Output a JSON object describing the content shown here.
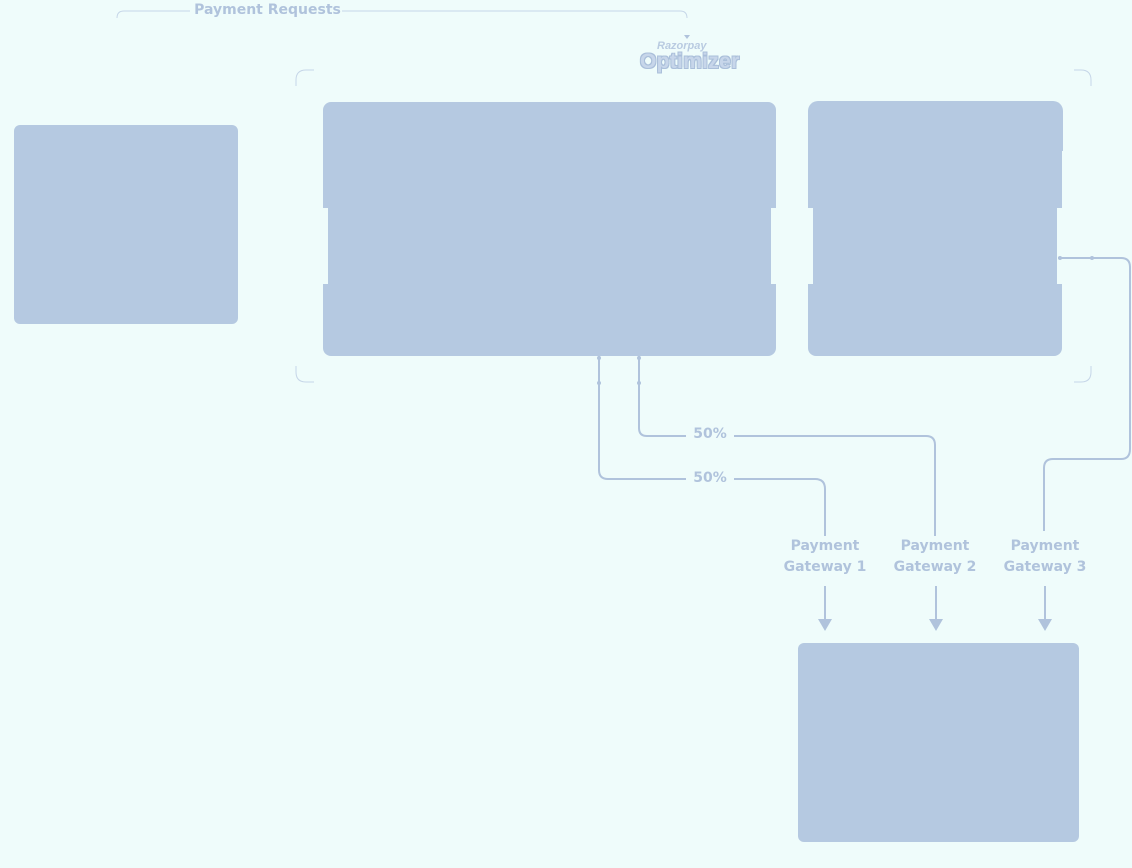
{
  "header": {
    "payment_requests_label": "Payment Requests"
  },
  "brand": {
    "company": "Razorpay",
    "product": "Optimizer"
  },
  "split_labels": {
    "upper": "50%",
    "lower": "50%"
  },
  "gateways": [
    {
      "line1": "Payment",
      "line2": "Gateway 1"
    },
    {
      "line1": "Payment",
      "line2": "Gateway 2"
    },
    {
      "line1": "Payment",
      "line2": "Gateway 3"
    }
  ],
  "colors": {
    "background": "#effcfb",
    "block": "#b5c9e1",
    "line": "#b0c3dc"
  }
}
